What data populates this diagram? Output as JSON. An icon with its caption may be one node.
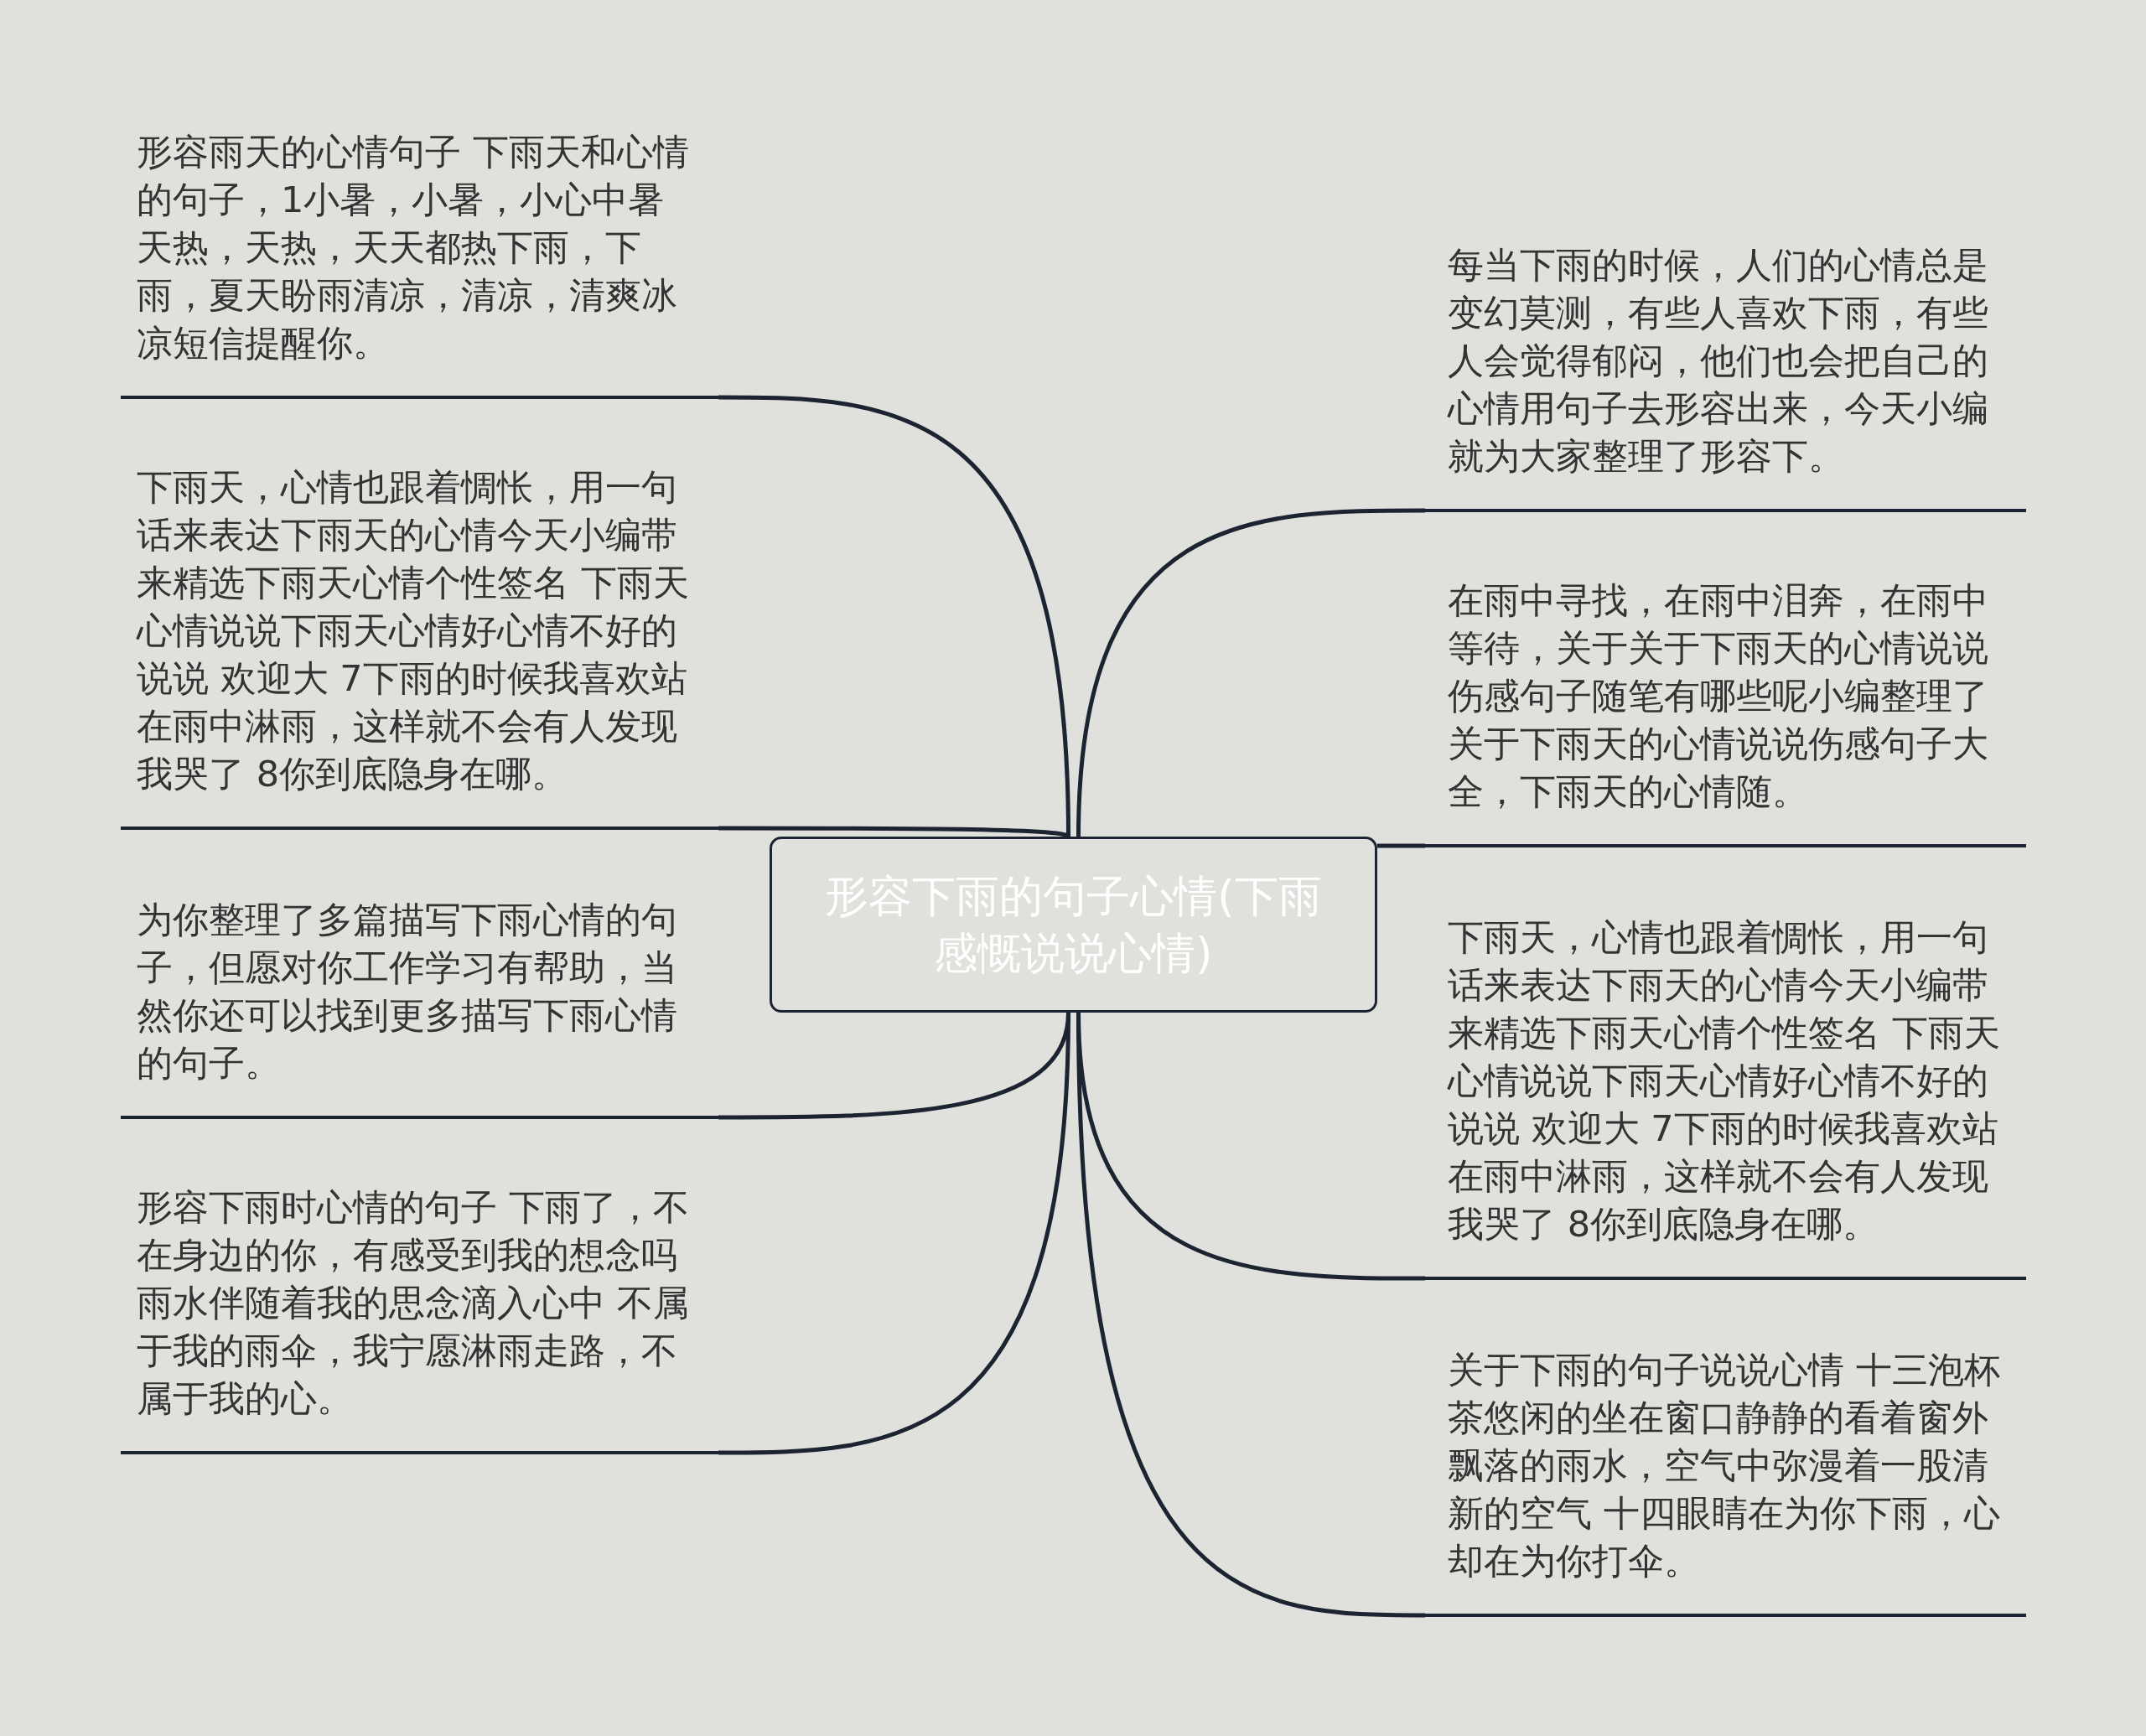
{
  "diagram": {
    "nodes": [
      {
        "text": [
          "形容下雨的句子心情(下雨感慨说说心情)"
        ]
      },
      {
        "text": [
          "形容雨天的心情句子 下雨天和心情的句子，1小暑，小暑，小心中暑天热，天热，天天都热下雨，下雨，夏天盼雨清凉，清凉，清爽冰凉短信提醒你。"
        ]
      },
      {
        "text": [
          "下雨天，心情也跟着惆怅，用一句话来表达下雨天的心情今天小编带来精选下雨天心情个性签名 下雨天心情说说下雨天心情好心情不好的说说 欢迎大 7下雨的时候我喜欢站在雨中淋雨，这样就不会有人发现我哭了 8你到底隐身在哪。"
        ]
      },
      {
        "text": [
          "为你整理了多篇描写下雨心情的句子，但愿对你工作学习有帮助，当然你还可以找到更多描写下雨心情的句子。"
        ]
      },
      {
        "text": [
          "形容下雨时心情的句子 下雨了，不在身边的你，有感受到我的想念吗雨水伴随着我的思念滴入心中 不属于我的雨伞，我宁愿淋雨走路，不属于我的心。"
        ]
      },
      {
        "text": [
          "每当下雨的时候，人们的心情总是变幻莫测，有些人喜欢下雨，有些人会觉得郁闷，他们也会把自己的心情用句子去形容出来，今天小编就为大家整理了形容下。"
        ]
      },
      {
        "text": [
          "在雨中寻找，在雨中泪奔，在雨中等待，关于关于下雨天的心情说说伤感句子随笔有哪些呢小编整理了关于下雨天的心情说说伤感句子大全，下雨天的心情随。"
        ]
      },
      {
        "text": [
          "下雨天，心情也跟着惆怅，用一句话来表达下雨天的心情今天小编带来精选下雨天心情个性签名 下雨天心情说说下雨天心情好心情不好的说说 欢迎大 7下雨的时候我喜欢站在雨中淋雨，这样就不会有人发现我哭了 8你到底隐身在哪。"
        ]
      },
      {
        "text": [
          "关于下雨的句子说说心情 十三泡杯茶悠闲的坐在窗口静静的看着窗外飘落的雨水，空气中弥漫着一股清新的空气 十四眼睛在为你下雨，心却在为你打伞。"
        ]
      }
    ],
    "edges": [
      {
        "from": 0,
        "to": 1,
        "arrow": "none"
      },
      {
        "from": 0,
        "to": 2,
        "arrow": "none"
      },
      {
        "from": 0,
        "to": 3,
        "arrow": "none"
      },
      {
        "from": 0,
        "to": 4,
        "arrow": "none"
      },
      {
        "from": 0,
        "to": 5,
        "arrow": "none"
      },
      {
        "from": 0,
        "to": 6,
        "arrow": "none"
      },
      {
        "from": 0,
        "to": 7,
        "arrow": "none"
      },
      {
        "from": 0,
        "to": 8,
        "arrow": "none"
      }
    ]
  }
}
